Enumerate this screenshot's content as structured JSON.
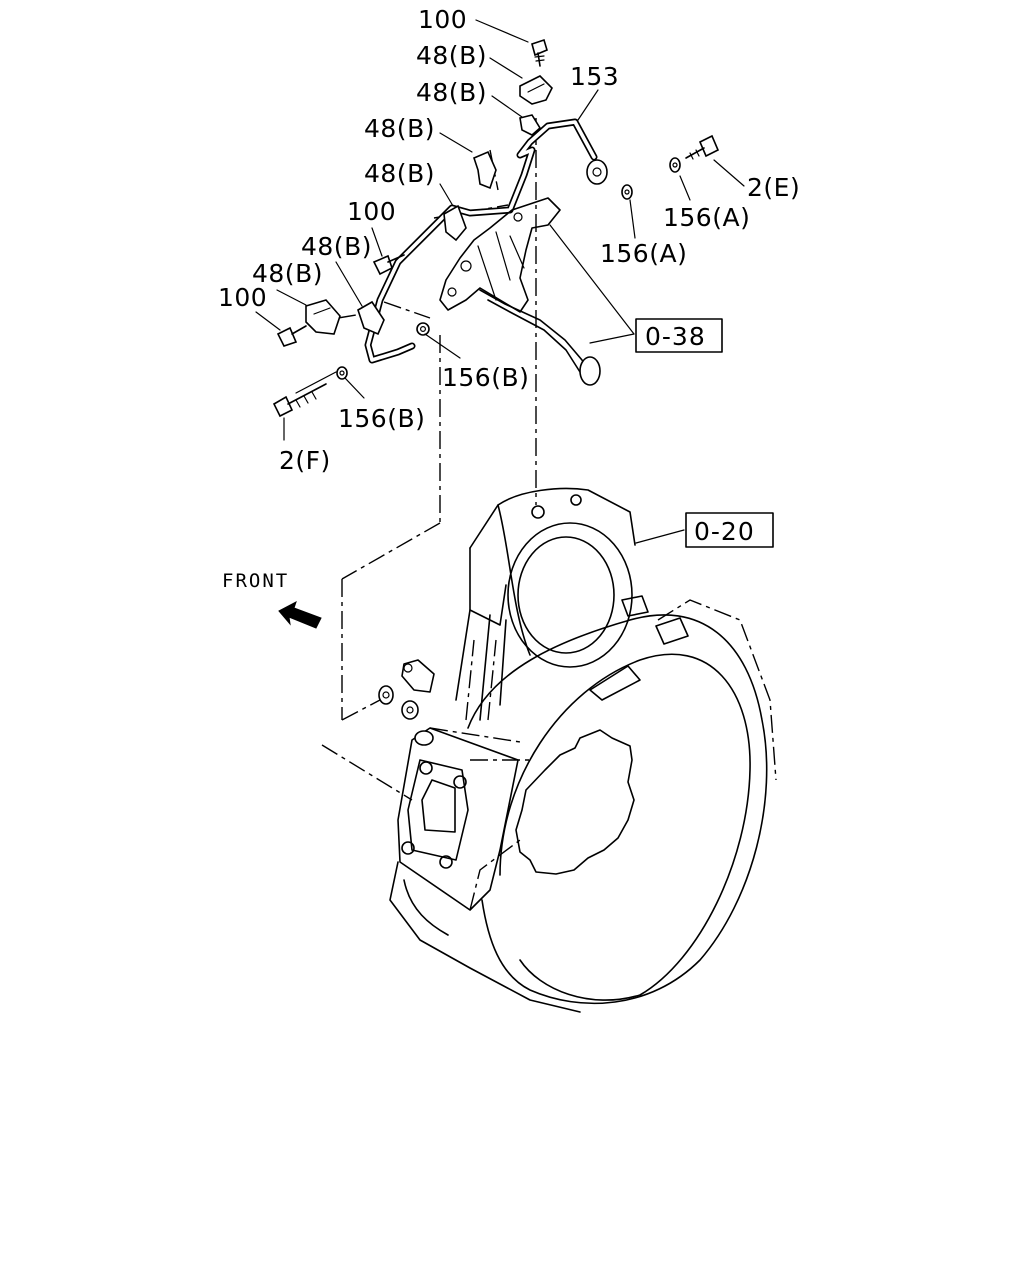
{
  "callouts": {
    "c_100_top": "100",
    "c_48b_1": "48(B)",
    "c_48b_2": "48(B)",
    "c_48b_3": "48(B)",
    "c_48b_4": "48(B)",
    "c_153": "153",
    "c_2e": "2(E)",
    "c_156a_1": "156(A)",
    "c_156a_2": "156(A)",
    "c_100_mid": "100",
    "c_48b_5": "48(B)",
    "c_48b_6": "48(B)",
    "c_100_left": "100",
    "c_156b_1": "156(B)",
    "c_156b_2": "156(B)",
    "c_2f": "2(F)"
  },
  "refs": {
    "r_038": "0-38",
    "r_020": "0-20"
  },
  "direction": {
    "label": "FRONT",
    "arrow_icon": "front-arrow-icon"
  }
}
